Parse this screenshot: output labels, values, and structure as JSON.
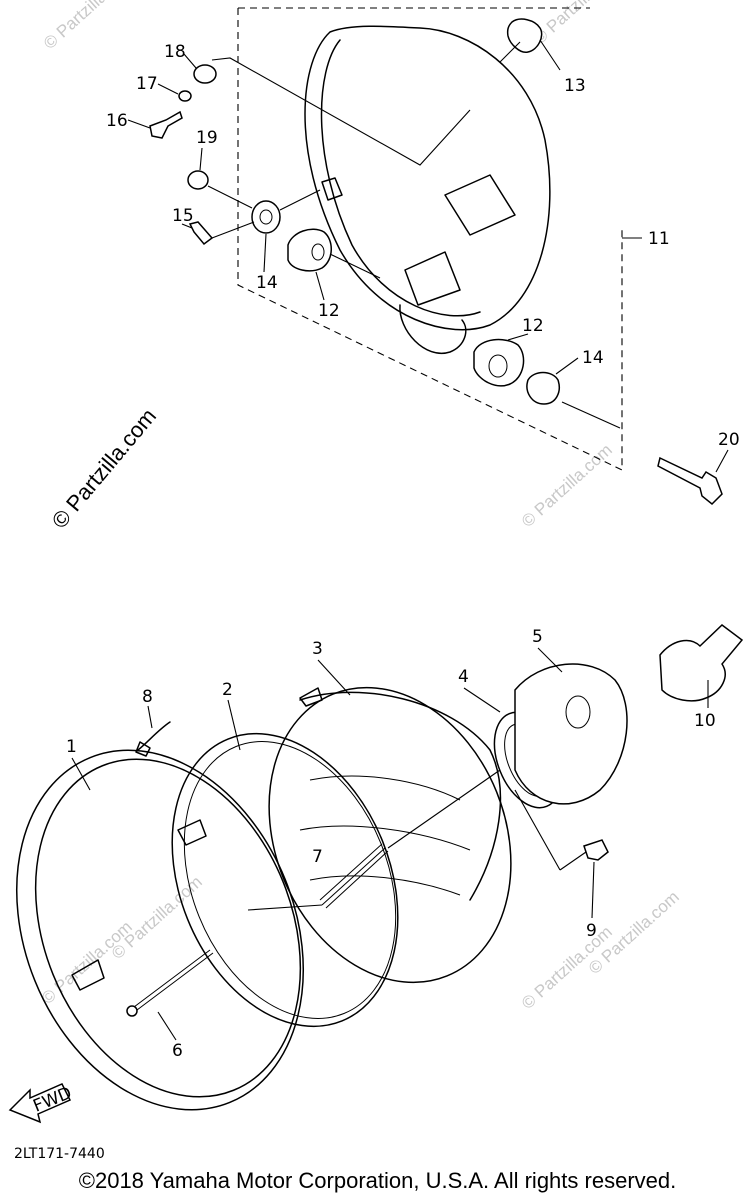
{
  "diagram": {
    "callouts": {
      "c1": "1",
      "c2": "2",
      "c3": "3",
      "c4": "4",
      "c5": "5",
      "c6": "6",
      "c7": "7",
      "c8": "8",
      "c9": "9",
      "c10": "10",
      "c11": "11",
      "c12a": "12",
      "c12b": "12",
      "c13": "13",
      "c14a": "14",
      "c14b": "14",
      "c15": "15",
      "c16": "16",
      "c17": "17",
      "c18": "18",
      "c19": "19",
      "c20": "20"
    },
    "fwd_label": "FWD",
    "watermark": "© Partzilla.com",
    "watermark_short": "© Partzilla.com",
    "diagram_code": "2LT171-7440",
    "copyright": "©2018 Yamaha Motor Corporation, U.S.A. All rights reserved."
  }
}
